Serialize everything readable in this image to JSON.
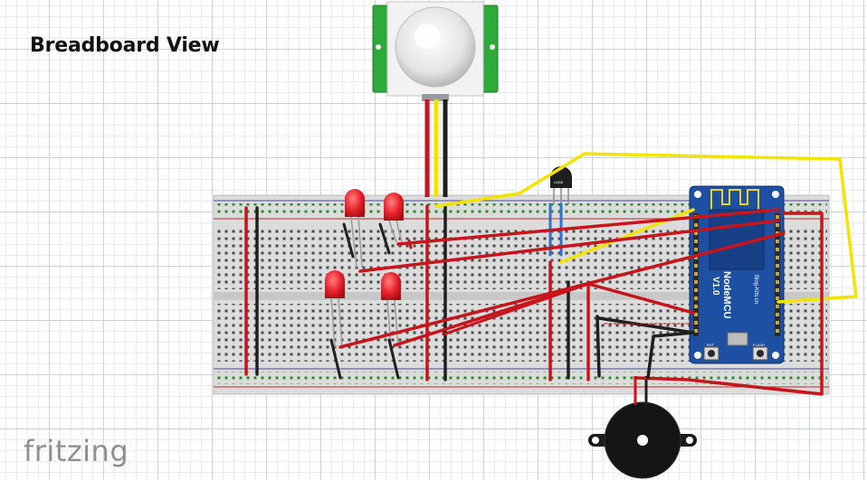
{
  "header": {
    "title": "Breadboard View"
  },
  "footer": {
    "brand": "fritzing"
  },
  "board": {
    "name_line1": "NodeMCU",
    "name_line2": "V1.0",
    "side_text": "Blog-Kits.cn",
    "rst_label": "RST",
    "flash_label": "FLASH"
  },
  "sensor": {
    "marking": "LM35"
  },
  "colors": {
    "wire_red": "#c8141b",
    "wire_black": "#1f1f1f",
    "wire_yellow": "#f3e400",
    "wire_blue": "#2f6fd0",
    "led_red": "#e8202a",
    "mcu_blue": "#1d4fa3",
    "pir_green": "#2eaa3a"
  }
}
